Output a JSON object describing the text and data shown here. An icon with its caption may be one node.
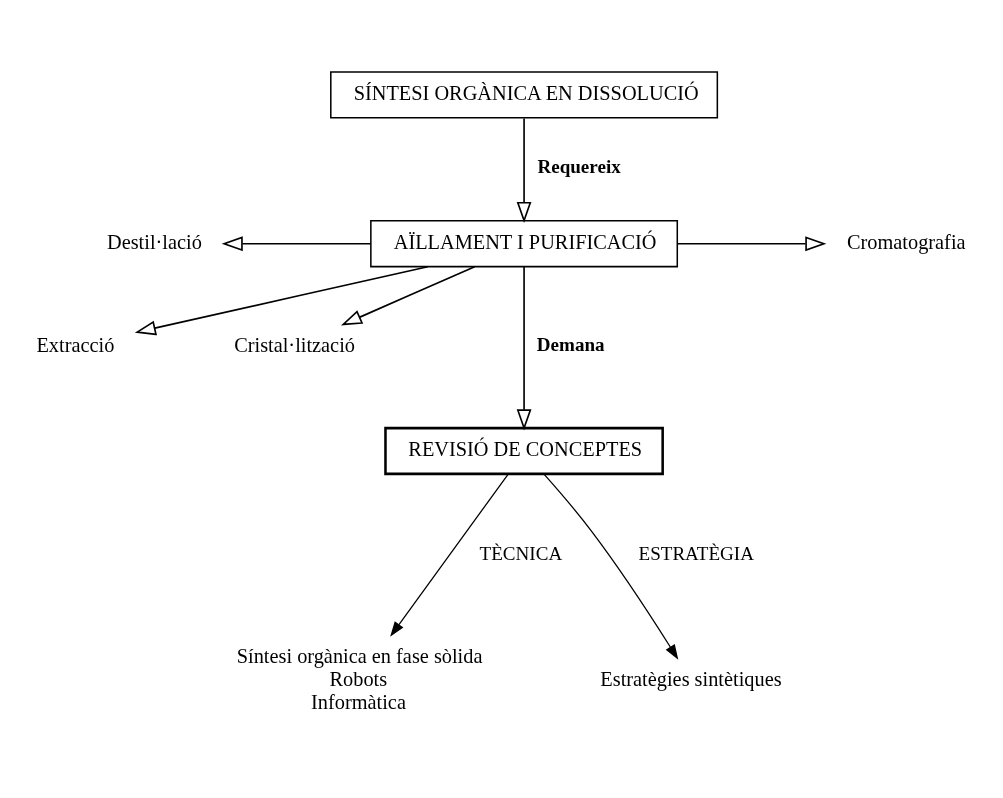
{
  "diagram": {
    "nodes": [
      {
        "text": [
          "SÍNTESI ORGÀNICA EN DISSOLUCIÓ"
        ]
      },
      {
        "text": [
          "Destil·lació"
        ]
      },
      {
        "text": [
          "Cromatografia"
        ]
      },
      {
        "text": [
          "AÏLLAMENT I PURIFICACIÓ"
        ]
      },
      {
        "text": [
          "Extracció"
        ]
      },
      {
        "text": [
          "Cristal·lització"
        ]
      },
      {
        "text": [
          "REVISIÓ DE CONCEPTES"
        ]
      },
      {
        "text": [
          "Síntesi orgànica en fase sòlida",
          "Robots",
          "Informàtica"
        ]
      },
      {
        "text": [
          "Estratègies sintètiques"
        ]
      }
    ],
    "edges": [
      {
        "from": 0,
        "to": 3,
        "arrow": "to",
        "label": "Requereix"
      },
      {
        "from": 3,
        "to": 1,
        "arrow": "to"
      },
      {
        "from": 3,
        "to": 2,
        "arrow": "to"
      },
      {
        "from": 3,
        "to": 4,
        "arrow": "to"
      },
      {
        "from": 3,
        "to": 5,
        "arrow": "to"
      },
      {
        "from": 3,
        "to": 6,
        "arrow": "to",
        "label": "Demana"
      },
      {
        "from": 6,
        "to": 7,
        "arrow": "to",
        "label": "TÈCNICA"
      },
      {
        "from": 6,
        "to": 8,
        "arrow": "to",
        "label": "ESTRATÈGIA"
      }
    ]
  }
}
